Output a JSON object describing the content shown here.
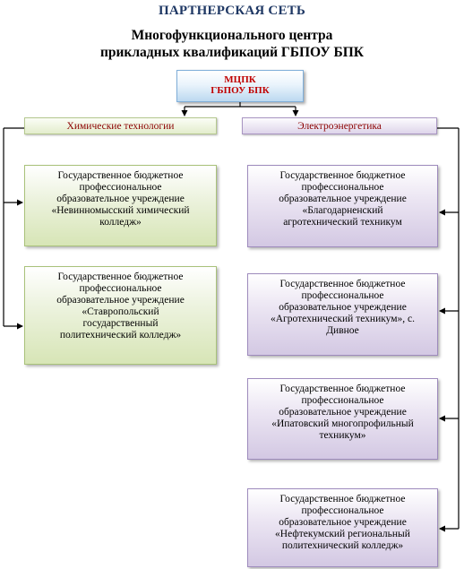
{
  "header": {
    "title": "ПАРТНЕРСКАЯ СЕТЬ",
    "subtitle_line1": "Многофункционального центра",
    "subtitle_line2": "прикладных квалификаций ГБПОУ БПК"
  },
  "root": {
    "line1": "МЦПК",
    "line2": "ГБПОУ БПК"
  },
  "branches": {
    "chem": {
      "label": "Химические технологии"
    },
    "elec": {
      "label": "Электроэнергетика"
    }
  },
  "cards": {
    "nevinn": {
      "line1": "Государственное бюджетное",
      "line2": "профессиональное",
      "line3": "образовательное учреждение",
      "line4": "«Невинномысский химический",
      "line5": "колледж»"
    },
    "stavr": {
      "line1": "Государственное бюджетное",
      "line2": "профессиональное",
      "line3": "образовательное учреждение",
      "line4": "«Ставропольский",
      "line5": "государственный",
      "line6": "политехнический колледж»"
    },
    "blagod": {
      "line1": "Государственное бюджетное",
      "line2": "профессиональное",
      "line3": "образовательное учреждение",
      "line4": "«Благодарненский",
      "line5": "агротехнический техникум"
    },
    "agro": {
      "line1": "Государственное бюджетное",
      "line2": "профессиональное",
      "line3": "образовательное учреждение",
      "line4": "«Агротехнический техникум», с.",
      "line5": "Дивное"
    },
    "ipat": {
      "line1": "Государственное бюджетное",
      "line2": "профессиональное",
      "line3": "образовательное учреждение",
      "line4": "«Ипатовский многопрофильный",
      "line5": "техникум»"
    },
    "neft": {
      "line1": "Государственное бюджетное",
      "line2": "профессиональное",
      "line3": "образовательное учреждение",
      "line4": "«Нефтекумский региональный",
      "line5": "политехнический колледж»"
    }
  },
  "colors": {
    "title": "#1f3864",
    "root_text": "#c00000",
    "branch_text": "#8b0000",
    "chem_fill": "#d7e5b6",
    "elec_fill": "#d3c8e3",
    "connector": "#000000"
  }
}
